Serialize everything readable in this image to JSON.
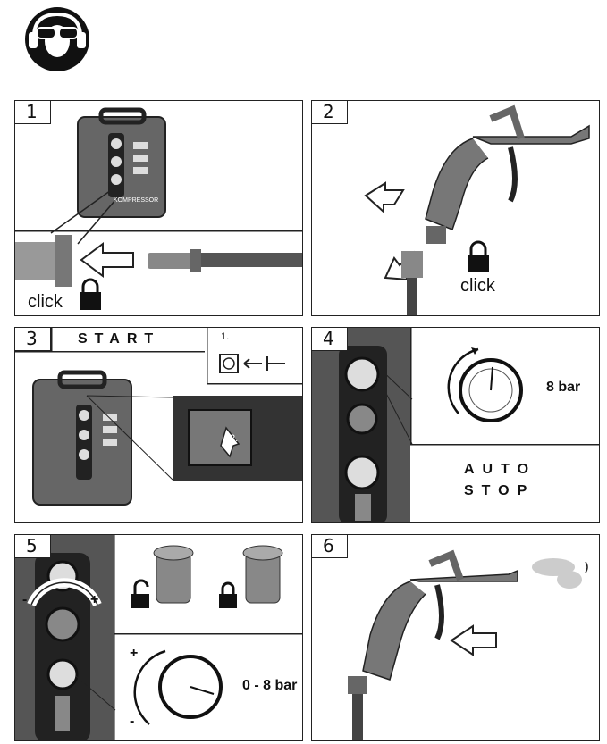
{
  "safety_icon": "ear-and-eye-protection-icon",
  "panels": [
    {
      "number": "1",
      "click_label": "click"
    },
    {
      "number": "2",
      "click_label": "click"
    },
    {
      "number": "3",
      "title": "START",
      "step1": "1.",
      "step2": "2."
    },
    {
      "number": "4",
      "pressure": "8 bar",
      "auto": "AUTO",
      "stop": "STOP"
    },
    {
      "number": "5",
      "plus": "+",
      "minus": "-",
      "range": "0 - 8 bar"
    },
    {
      "number": "6"
    }
  ],
  "compressor_label": "KOMPRESSOR"
}
